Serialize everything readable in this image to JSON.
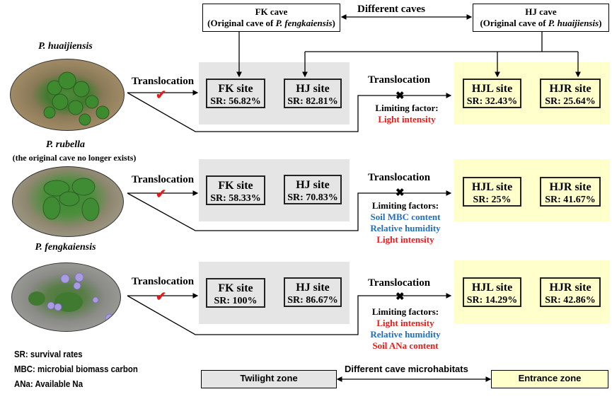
{
  "top": {
    "fk_cave": {
      "title": "FK cave",
      "subtitle_prefix": "(Original cave of ",
      "subtitle_species": "P. fengkaiensis",
      "subtitle_suffix": ")"
    },
    "hj_cave": {
      "title": "HJ cave",
      "subtitle_prefix": "(Original cave of ",
      "subtitle_species": "P. huaijiensis",
      "subtitle_suffix": ")"
    },
    "between_label": "Different caves"
  },
  "colors": {
    "twilight_bg": "#e6e5e6",
    "entrance_bg": "#ffffcc",
    "red": "#e51b1b",
    "blue": "#1f6ebf"
  },
  "rows": [
    {
      "species": "P. huaijiensis",
      "note": "",
      "photo_icon": "plant-photo-huaijiensis",
      "translocation_label": "Translocation",
      "twilight_sites": [
        {
          "name": "FK site",
          "sr": "SR: 56.82%"
        },
        {
          "name": "HJ site",
          "sr": "SR: 82.81%"
        }
      ],
      "entrance_translocation_label": "Translocation",
      "limiting_title": "Limiting factor:",
      "limiting_factors": [
        {
          "text": "Light intensity",
          "color": "red"
        }
      ],
      "entrance_sites": [
        {
          "name": "HJL site",
          "sr": "SR: 32.43%"
        },
        {
          "name": "HJR site",
          "sr": "SR: 25.64%"
        }
      ]
    },
    {
      "species": "P. rubella",
      "note": "(the original cave no longer exists)",
      "photo_icon": "plant-photo-rubella",
      "translocation_label": "Translocation",
      "twilight_sites": [
        {
          "name": "FK site",
          "sr": "SR: 58.33%"
        },
        {
          "name": "HJ site",
          "sr": "SR: 70.83%"
        }
      ],
      "entrance_translocation_label": "Translocation",
      "limiting_title": "Limiting factors:",
      "limiting_factors": [
        {
          "text": "Soil MBC content",
          "color": "blue"
        },
        {
          "text": "Relative humidity",
          "color": "blue"
        },
        {
          "text": "Light intensity",
          "color": "red"
        }
      ],
      "entrance_sites": [
        {
          "name": "HJL site",
          "sr": "SR: 25%"
        },
        {
          "name": "HJR site",
          "sr": "SR: 41.67%"
        }
      ]
    },
    {
      "species": "P. fengkaiensis",
      "note": "",
      "photo_icon": "plant-photo-fengkaiensis",
      "translocation_label": "Translocation",
      "twilight_sites": [
        {
          "name": "FK site",
          "sr": "SR: 100%"
        },
        {
          "name": "HJ site",
          "sr": "SR: 86.67%"
        }
      ],
      "entrance_translocation_label": "Translocation",
      "limiting_title": "Limiting factors:",
      "limiting_factors": [
        {
          "text": "Light intensity",
          "color": "red"
        },
        {
          "text": "Relative humidity",
          "color": "blue"
        },
        {
          "text": "Soil ANa content",
          "color": "red"
        }
      ],
      "entrance_sites": [
        {
          "name": "HJL site",
          "sr": "SR: 14.29%"
        },
        {
          "name": "HJR site",
          "sr": "SR: 42.86%"
        }
      ]
    }
  ],
  "legend": [
    "SR: survival rates",
    "MBC: microbial biomass carbon",
    "ANa: Available Na"
  ],
  "bottom": {
    "twilight_zone": "Twilight zone",
    "entrance_zone": "Entrance zone",
    "between_label": "Different cave microhabitats"
  }
}
